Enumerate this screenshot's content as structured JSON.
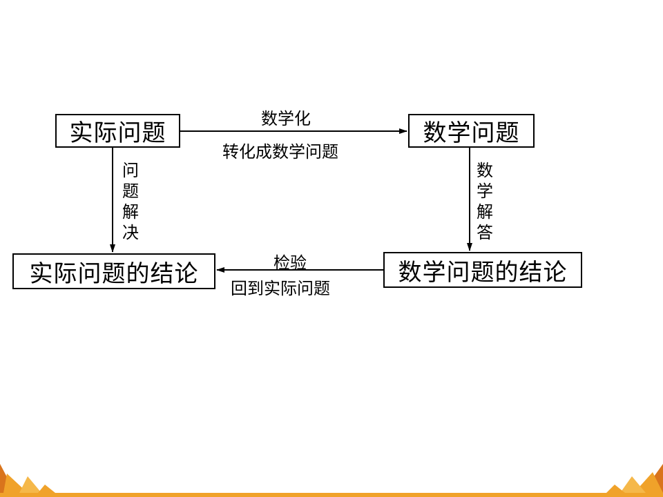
{
  "diagram": {
    "boxes": {
      "practical_problem": "实际问题",
      "math_problem": "数学问题",
      "practical_conclusion": "实际问题的结论",
      "math_conclusion": "数学问题的结论"
    },
    "edges": {
      "top_above": "数学化",
      "top_below": "转化成数学问题",
      "left_vertical": "问题解决",
      "right_vertical": "数学解答",
      "bottom_above": "检验",
      "bottom_below": "回到实际问题"
    }
  },
  "colors": {
    "line": "#000000",
    "accent_orange": "#f0a22a",
    "accent_dark_orange": "#d9741c"
  }
}
